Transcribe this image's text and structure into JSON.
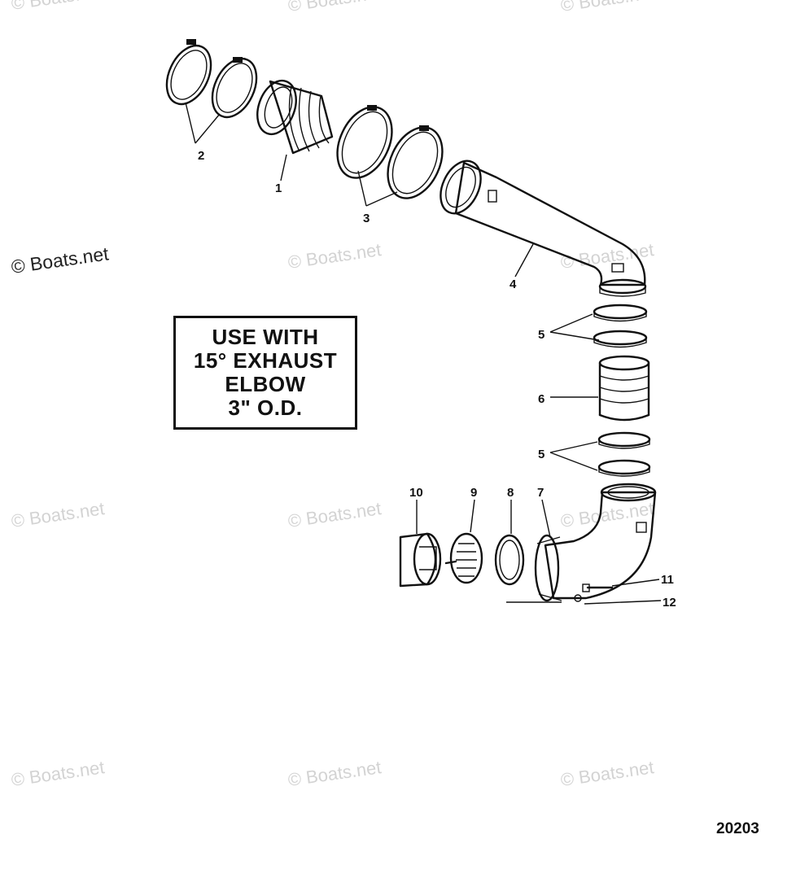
{
  "watermarks": {
    "text": "© Boats.net",
    "primary": "© Boats.net"
  },
  "note": {
    "lines": [
      "USE WITH",
      "15° EXHAUST",
      "ELBOW",
      "3\" O.D."
    ]
  },
  "drawing_number": "20203",
  "callouts": {
    "c1": "1",
    "c2": "2",
    "c3": "3",
    "c4": "4",
    "c5a": "5",
    "c5b": "5",
    "c6": "6",
    "c7": "7",
    "c8": "8",
    "c9": "9",
    "c10": "10",
    "c11": "11",
    "c12": "12"
  }
}
